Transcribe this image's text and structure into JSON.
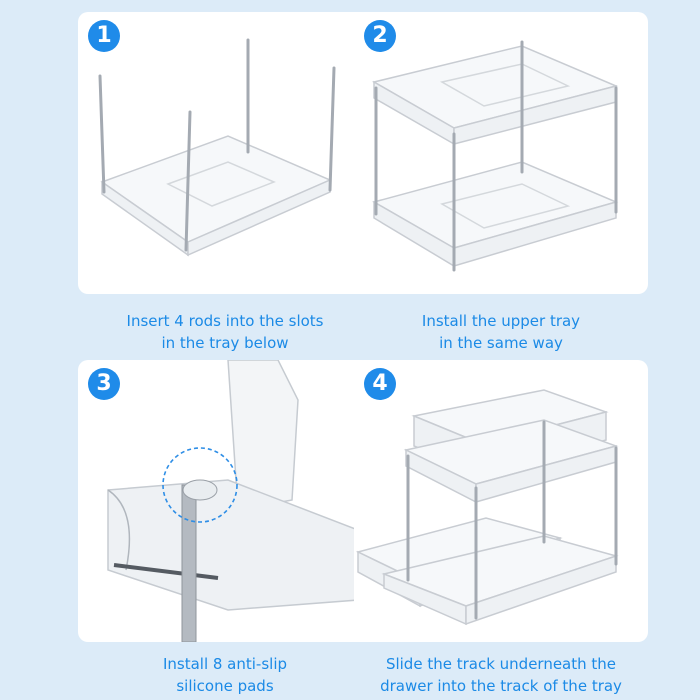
{
  "steps": [
    {
      "number": "1",
      "caption_line1": "Insert 4 rods into the slots",
      "caption_line2": "in the tray below"
    },
    {
      "number": "2",
      "caption_line1": "Install the upper tray",
      "caption_line2": "in the same way"
    },
    {
      "number": "3",
      "caption_line1": "Install 8 anti-slip",
      "caption_line2": "silicone pads"
    },
    {
      "number": "4",
      "caption_line1": "Slide the track underneath the",
      "caption_line2": "drawer into the track of the tray"
    }
  ],
  "colors": {
    "background": "#dcebf8",
    "badge": "#1f8be9",
    "caption": "#1b8ae6",
    "panel": "#ffffff"
  }
}
